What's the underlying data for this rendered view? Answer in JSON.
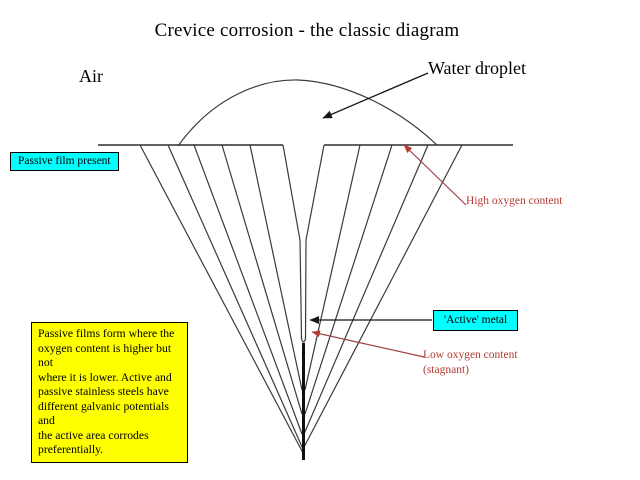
{
  "slide": {
    "title": "Crevice corrosion - the classic diagram",
    "air_label": "Air",
    "water_droplet_label": "Water droplet",
    "passive_film_label": "Passive film present",
    "high_oxygen_label": "High oxygen content",
    "active_metal_label": "'Active' metal",
    "low_oxygen": {
      "lines": [
        "Low oxygen content",
        "(stagnant)"
      ]
    },
    "note": {
      "lines": [
        "Passive films form where the",
        "oxygen content is higher but not",
        "where it is lower. Active and",
        "passive stainless steels have",
        "different galvanic potentials and",
        "the active area corrodes",
        "preferentially."
      ]
    }
  },
  "colors": {
    "highlight": "#00ffff",
    "note_bg": "#ffff00",
    "annotation_red": "#b23b32",
    "line": "#3a3a3a"
  }
}
